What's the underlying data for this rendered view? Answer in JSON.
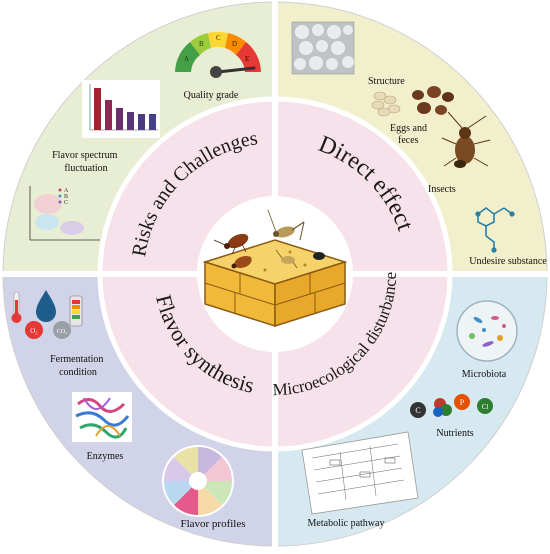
{
  "colors": {
    "q1_bg": "#e8eed3",
    "q2_bg": "#f2f0cc",
    "q3_bg": "#d1d3e8",
    "q4_bg": "#d6e9f1",
    "inner_ring": "#f7e1ea",
    "center": "#ffffff",
    "divider": "#ffffff",
    "cake": "#f2c24a"
  },
  "quadrants": {
    "top_left": {
      "title": "Risks and Challenges",
      "items": {
        "quality_grade": "Quality grade",
        "flavor_spectrum": "Flavor spectrum\nfluctuation",
        "gauge_letters": [
          "A",
          "B",
          "C",
          "D",
          "E"
        ],
        "scatter_legend": [
          "A",
          "B",
          "C"
        ]
      }
    },
    "top_right": {
      "title": "Direct effect",
      "items": {
        "structure": "Structure",
        "eggs_feces": "Eggs and\nfeces",
        "insects": "Insects",
        "undesire": "Undesire substance"
      }
    },
    "bottom_left": {
      "title": "Flavor synthesis",
      "items": {
        "fermentation": "Fermentation\ncondition",
        "enzymes": "Enzymes",
        "flavor_profiles": "Flavor profiles",
        "gas_labels": [
          "O₂",
          "CO₂"
        ]
      }
    },
    "bottom_right": {
      "title": "Microecological disturbance",
      "items": {
        "microbiota": "Microbiota",
        "nutrients": "Nutrients",
        "metabolic": "Metabolic pathway",
        "nutrient_badges": [
          "C",
          "P",
          "Cl"
        ]
      }
    }
  }
}
